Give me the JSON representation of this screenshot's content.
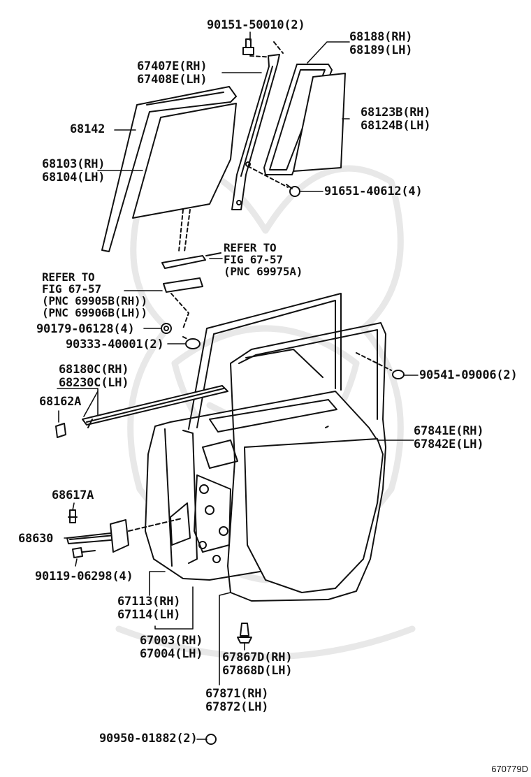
{
  "diagram_id": "670779D",
  "colors": {
    "line": "#111111",
    "watermark": "#e6e6e6",
    "background": "#ffffff"
  },
  "callouts": [
    {
      "id": "bolt-top",
      "lines": [
        "90151-50010(2)"
      ]
    },
    {
      "id": "frame-rear-glass",
      "lines": [
        "68188(RH)",
        "68189(LH)"
      ]
    },
    {
      "id": "run-channel-center",
      "lines": [
        "67407E(RH)",
        "67408E(LH)"
      ]
    },
    {
      "id": "run-channel",
      "lines": [
        "68142"
      ]
    },
    {
      "id": "quarter-glass",
      "lines": [
        "68123B(RH)",
        "68124B(LH)"
      ]
    },
    {
      "id": "door-glass",
      "lines": [
        "68103(RH)",
        "68104(LH)"
      ]
    },
    {
      "id": "screw-frame",
      "lines": [
        "91651-40612(4)"
      ]
    },
    {
      "id": "ref-regulator-a",
      "lines": [
        "REFER TO",
        "FIG 67-57",
        "(PNC 69975A)"
      ]
    },
    {
      "id": "ref-regulator-b",
      "lines": [
        "REFER TO",
        "FIG 67-57",
        "(PNC 69905B(RH))",
        "(PNC 69906B(LH))"
      ]
    },
    {
      "id": "nut",
      "lines": [
        "90179-06128(4)"
      ]
    },
    {
      "id": "hole-plug",
      "lines": [
        "90333-40001(2)"
      ]
    },
    {
      "id": "clip-right",
      "lines": [
        "90541-09006(2)"
      ]
    },
    {
      "id": "belt-molding",
      "lines": [
        "68180C(RH)",
        "68230C(LH)"
      ]
    },
    {
      "id": "clip-molding",
      "lines": [
        "68162A"
      ]
    },
    {
      "id": "weatherstrip-door",
      "lines": [
        "67841E(RH)",
        "67842E(LH)"
      ]
    },
    {
      "id": "check-bolt",
      "lines": [
        "68617A"
      ]
    },
    {
      "id": "door-check",
      "lines": [
        "68630"
      ]
    },
    {
      "id": "check-bolt-b",
      "lines": [
        "90119-06298(4)"
      ]
    },
    {
      "id": "hinge",
      "lines": [
        "67113(RH)",
        "67114(LH)"
      ]
    },
    {
      "id": "door-panel",
      "lines": [
        "67003(RH)",
        "67004(LH)"
      ]
    },
    {
      "id": "clip-weatherstrip",
      "lines": [
        "67867D(RH)",
        "67868D(LH)"
      ]
    },
    {
      "id": "weatherstrip-body",
      "lines": [
        "67871(RH)",
        "67872(LH)"
      ]
    },
    {
      "id": "plug-bottom",
      "lines": [
        "90950-01882(2)"
      ]
    }
  ]
}
